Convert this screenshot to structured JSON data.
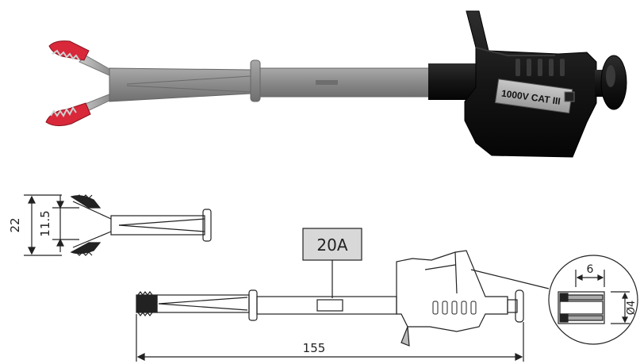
{
  "product_photo": {
    "housing_marking": "1000V CAT III"
  },
  "drawing": {
    "dim_jaw_open": "22",
    "dim_jaw_inner": "11.5",
    "current_rating": "20A",
    "dim_overall_length": "155",
    "detail": {
      "dim_socket_depth": "6",
      "dim_socket_diameter": "Ø4"
    }
  },
  "colors": {
    "jaw_tip": "#d8283a",
    "shaft": "#8c8c8c",
    "housing": "#141414",
    "line": "#222222"
  }
}
